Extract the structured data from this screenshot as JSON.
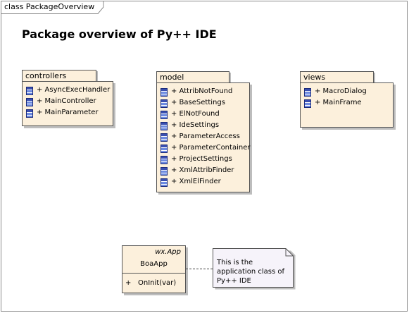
{
  "frame": {
    "label": "class PackageOverview"
  },
  "diagram": {
    "title": "Package overview of Py++ IDE"
  },
  "packages": [
    {
      "name": "controllers",
      "members": [
        "+ AsyncExecHandler",
        "+ MainController",
        "+ MainParameter"
      ]
    },
    {
      "name": "model",
      "members": [
        "+ AttribNotFound",
        "+ BaseSettings",
        "+ ElNotFound",
        "+ IdeSettings",
        "+ ParameterAccess",
        "+ ParameterContainer",
        "+ ProjectSettings",
        "+ XmlAttribFinder",
        "+ XmlElFinder"
      ]
    },
    {
      "name": "views",
      "members": [
        "+ MacroDialog",
        "+ MainFrame"
      ]
    }
  ],
  "class_box": {
    "stereotype": "wx.App",
    "name": "BoaApp",
    "operation_visibility": "+",
    "operation": "OnInit(var)"
  },
  "note": {
    "text": "This is the application class of Py++ IDE"
  },
  "colors": {
    "element_fill": "#fcf0dc",
    "note_fill": "#f6f3fa",
    "border": "#555555",
    "shadow": "#bdbdbd",
    "icon_blue": "#3a4fb0"
  },
  "icons": {
    "member_icon": "class-icon"
  }
}
